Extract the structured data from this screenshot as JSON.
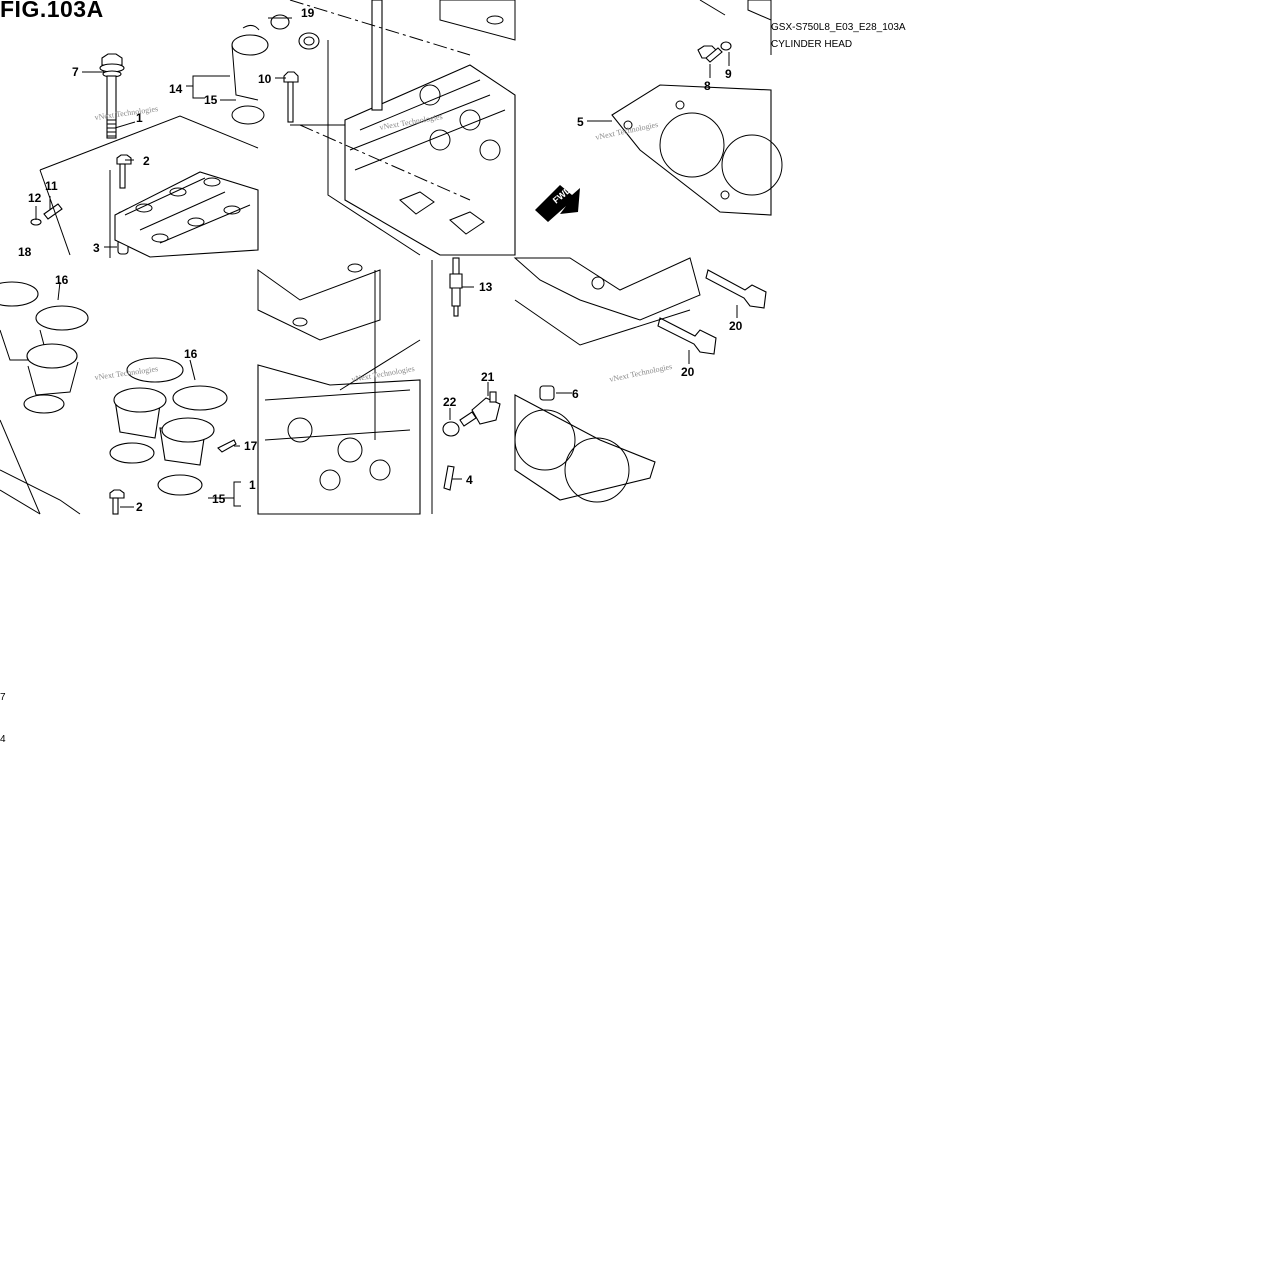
{
  "figure": {
    "title": "FIG.103A",
    "code": "GSX-S750L8_E03_E28_103A",
    "name": "CYLINDER HEAD"
  },
  "watermark": "vNext Technologies",
  "fwd_label": "FWD",
  "callouts": {
    "c1": "1",
    "c1b": "1",
    "c2": "2",
    "c2b": "2",
    "c3": "3",
    "c4": "4",
    "c5": "5",
    "c6": "6",
    "c7": "7",
    "c8": "8",
    "c9": "9",
    "c10": "10",
    "c11": "11",
    "c12": "12",
    "c13": "13",
    "c14": "14",
    "c15": "15",
    "c15b": "15",
    "c16": "16",
    "c16b": "16",
    "c17": "17",
    "c18": "18",
    "c19": "19",
    "c20": "20",
    "c20b": "20",
    "c21": "21",
    "c22": "22"
  },
  "fragments": {
    "f1": "7",
    "f2": "4"
  }
}
